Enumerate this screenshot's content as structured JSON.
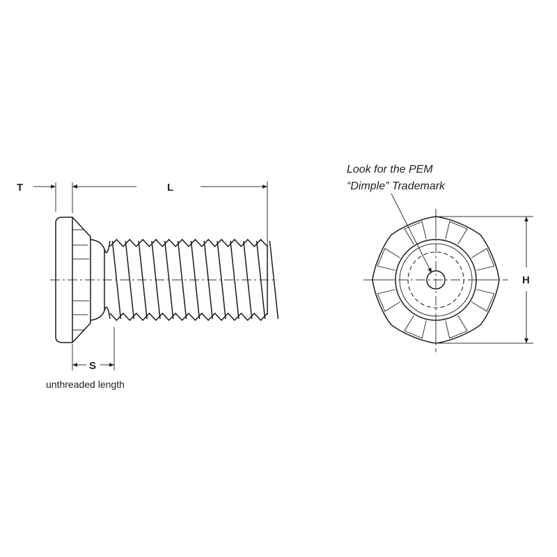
{
  "dimensions": {
    "thickness_label": "T",
    "length_label": "L",
    "unthreaded_label": "S",
    "head_height_label": "H"
  },
  "captions": {
    "unthreaded": "unthreaded length",
    "trademark_line1": "Look for the PEM",
    "trademark_line2": "“Dimple” Trademark"
  },
  "colors": {
    "line": "#1a1a1a",
    "background": "#ffffff"
  }
}
